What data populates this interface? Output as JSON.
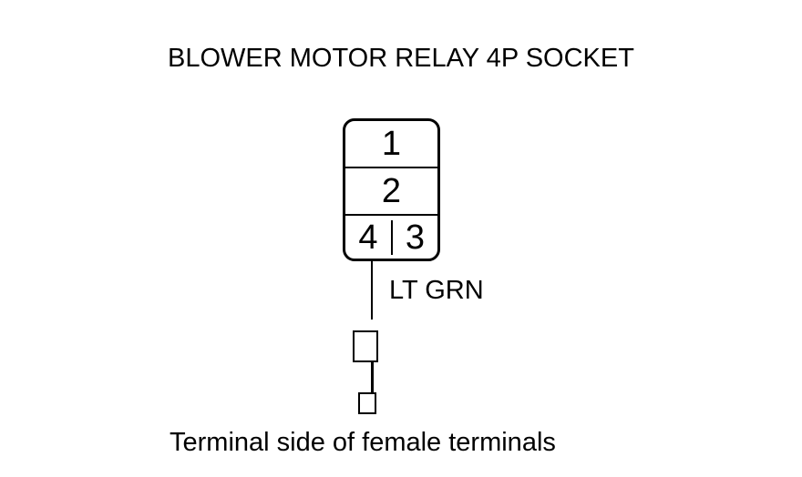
{
  "title": "BLOWER MOTOR RELAY 4P SOCKET",
  "socket": {
    "pins": [
      "1",
      "2",
      "4",
      "3"
    ]
  },
  "wire": {
    "color_label": "LT GRN"
  },
  "caption": "Terminal side of female terminals",
  "colors": {
    "background": "#ffffff",
    "line": "#000000"
  }
}
